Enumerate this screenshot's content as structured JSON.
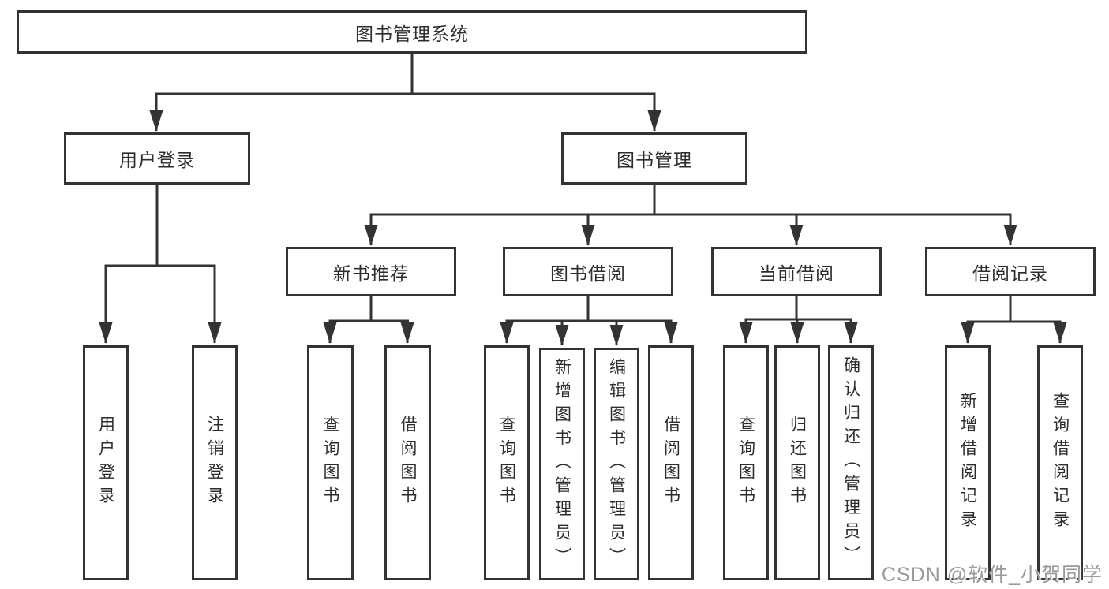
{
  "diagram": {
    "root": {
      "label": "图书管理系统"
    },
    "level2": [
      {
        "label": "用户登录",
        "children": [
          {
            "label": "用户登录"
          },
          {
            "label": "注销登录"
          }
        ]
      },
      {
        "label": "图书管理",
        "children": [
          {
            "label": "新书推荐",
            "children": [
              {
                "label": "查询图书"
              },
              {
                "label": "借阅图书"
              }
            ]
          },
          {
            "label": "图书借阅",
            "children": [
              {
                "label": "查询图书"
              },
              {
                "label": "新增图书（管理员）"
              },
              {
                "label": "编辑图书（管理员）"
              },
              {
                "label": "借阅图书"
              }
            ]
          },
          {
            "label": "当前借阅",
            "children": [
              {
                "label": "查询图书"
              },
              {
                "label": "归还图书"
              },
              {
                "label": "确认归还（管理员）"
              }
            ]
          },
          {
            "label": "借阅记录",
            "children": [
              {
                "label": "新增借阅记录"
              },
              {
                "label": "查询借阅记录"
              }
            ]
          }
        ]
      }
    ]
  },
  "watermark": {
    "text": "CSDN @软件_小贺同学"
  },
  "colors": {
    "line": "#333333",
    "text": "#2d2d2d",
    "background": "#ffffff",
    "watermark": "#9a9a9a"
  }
}
